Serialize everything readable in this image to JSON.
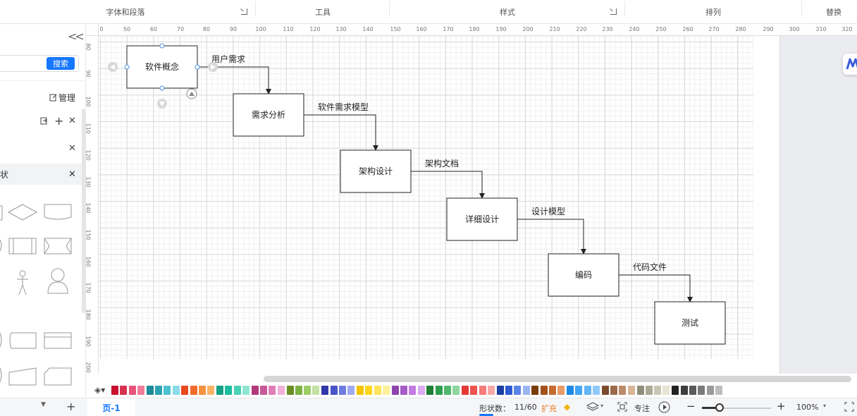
{
  "toolbar": {
    "groups": [
      "字体和段落",
      "工具",
      "样式",
      "排列",
      "替换"
    ]
  },
  "left_panel": {
    "search_button": "搜索",
    "manage_label": "管理",
    "shape_tab_label": "状"
  },
  "ruler": {
    "h_ticks": [
      "0",
      "50",
      "60",
      "70",
      "80",
      "90",
      "100",
      "110",
      "120",
      "130",
      "140",
      "150",
      "160",
      "170",
      "180",
      "190",
      "200",
      "210",
      "220",
      "230",
      "240",
      "250",
      "260",
      "270",
      "280",
      "290",
      "300",
      "310",
      "320"
    ],
    "v_ticks": [
      "80",
      "90",
      "100",
      "110",
      "120",
      "130",
      "140",
      "150",
      "160",
      "170",
      "180",
      "190",
      "200"
    ]
  },
  "diagram": {
    "nodes": [
      {
        "id": "n1",
        "label": "软件概念",
        "selected": true
      },
      {
        "id": "n2",
        "label": "需求分析"
      },
      {
        "id": "n3",
        "label": "架构设计"
      },
      {
        "id": "n4",
        "label": "详细设计"
      },
      {
        "id": "n5",
        "label": "编码"
      },
      {
        "id": "n6",
        "label": "测试"
      }
    ],
    "edges": [
      {
        "from": "n1",
        "to": "n2",
        "label": "用户需求"
      },
      {
        "from": "n2",
        "to": "n3",
        "label": "软件需求模型"
      },
      {
        "from": "n3",
        "to": "n4",
        "label": "架构文档"
      },
      {
        "from": "n4",
        "to": "n5",
        "label": "设计模型"
      },
      {
        "from": "n5",
        "to": "n6",
        "label": "代码文件"
      }
    ]
  },
  "palette": {
    "colors": [
      "#c8102e",
      "#d9304f",
      "#e8557a",
      "#f27b98",
      "#1f8a9a",
      "#2aa3b5",
      "#4cc1d1",
      "#8ddbe6",
      "#e8481c",
      "#f26b2e",
      "#f7923f",
      "#fbb467",
      "#16a085",
      "#1abc9c",
      "#48d1b5",
      "#8ee6d3",
      "#b03a7a",
      "#c9579a",
      "#e07fb7",
      "#f2b0d6",
      "#6b8e23",
      "#7cb342",
      "#9ccc65",
      "#c5e1a5",
      "#3137a8",
      "#4a55c9",
      "#6f7be0",
      "#a1a9f0",
      "#f5c400",
      "#ffd61f",
      "#ffe35a",
      "#fff09a",
      "#8e44ad",
      "#a65cc7",
      "#c27be0",
      "#dcaaf0",
      "#1e7e34",
      "#2e9e4f",
      "#50b86b",
      "#8fd6a0",
      "#e53935",
      "#ef5350",
      "#f47b79",
      "#f9a8a6",
      "#1a3fa0",
      "#2d5ad1",
      "#5a83e6",
      "#9bb5f2",
      "#7a3b0c",
      "#a3501a",
      "#c76a30",
      "#e89a67",
      "#1e88e5",
      "#42a5f5",
      "#64b5f6",
      "#90caf9",
      "#7b4a2d",
      "#9c6a4a",
      "#b98b6b",
      "#d8b596",
      "#8d8d7a",
      "#aaa996",
      "#c9c7b4",
      "#e6e4d3",
      "#222222",
      "#3d3d3d",
      "#5a5a5a",
      "#7a7a7a",
      "#9a9a9a",
      "#bdbdbd"
    ]
  },
  "status": {
    "page_tab": "页-1",
    "shape_count_label": "形状数：",
    "shape_count": "11/60",
    "expand_label": "扩充",
    "focus_label": "专注",
    "zoom": "100%"
  }
}
